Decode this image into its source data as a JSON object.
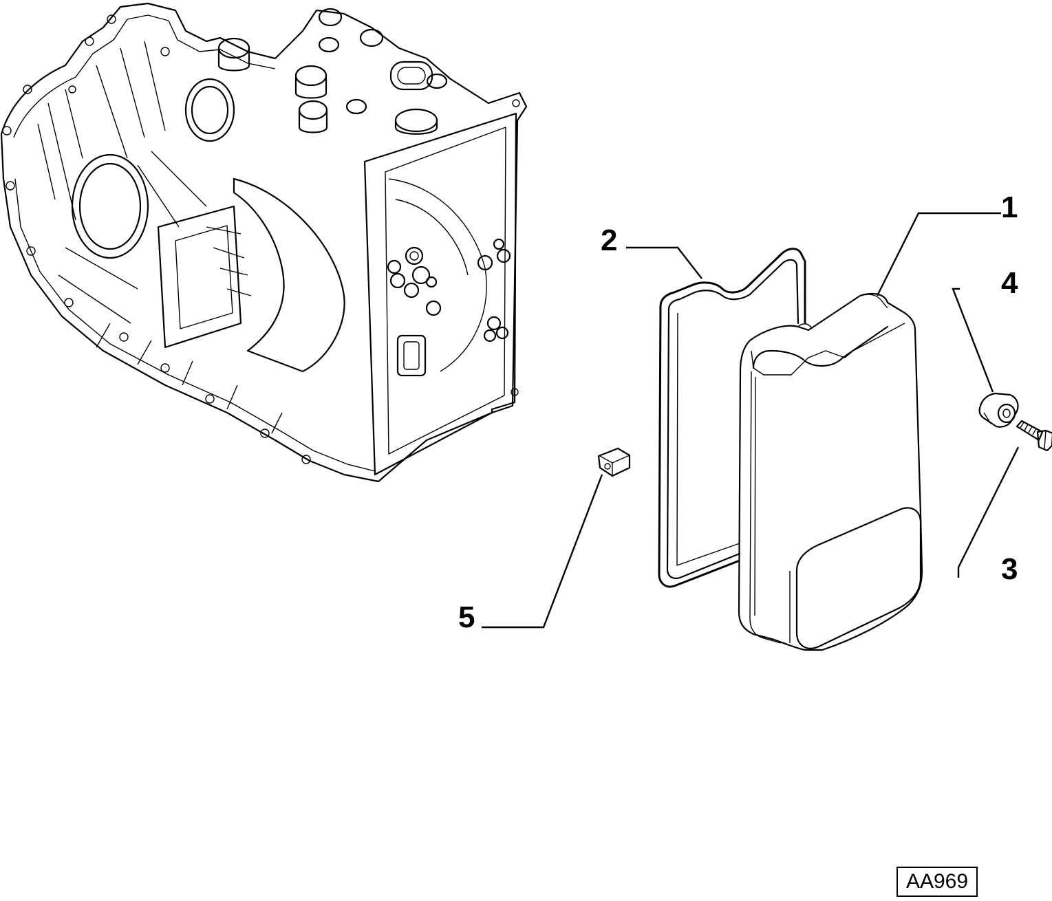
{
  "callouts": [
    {
      "id": "1",
      "label": "1"
    },
    {
      "id": "2",
      "label": "2"
    },
    {
      "id": "3",
      "label": "3"
    },
    {
      "id": "4",
      "label": "4"
    },
    {
      "id": "5",
      "label": "5"
    }
  ],
  "reference_code": "AA969"
}
